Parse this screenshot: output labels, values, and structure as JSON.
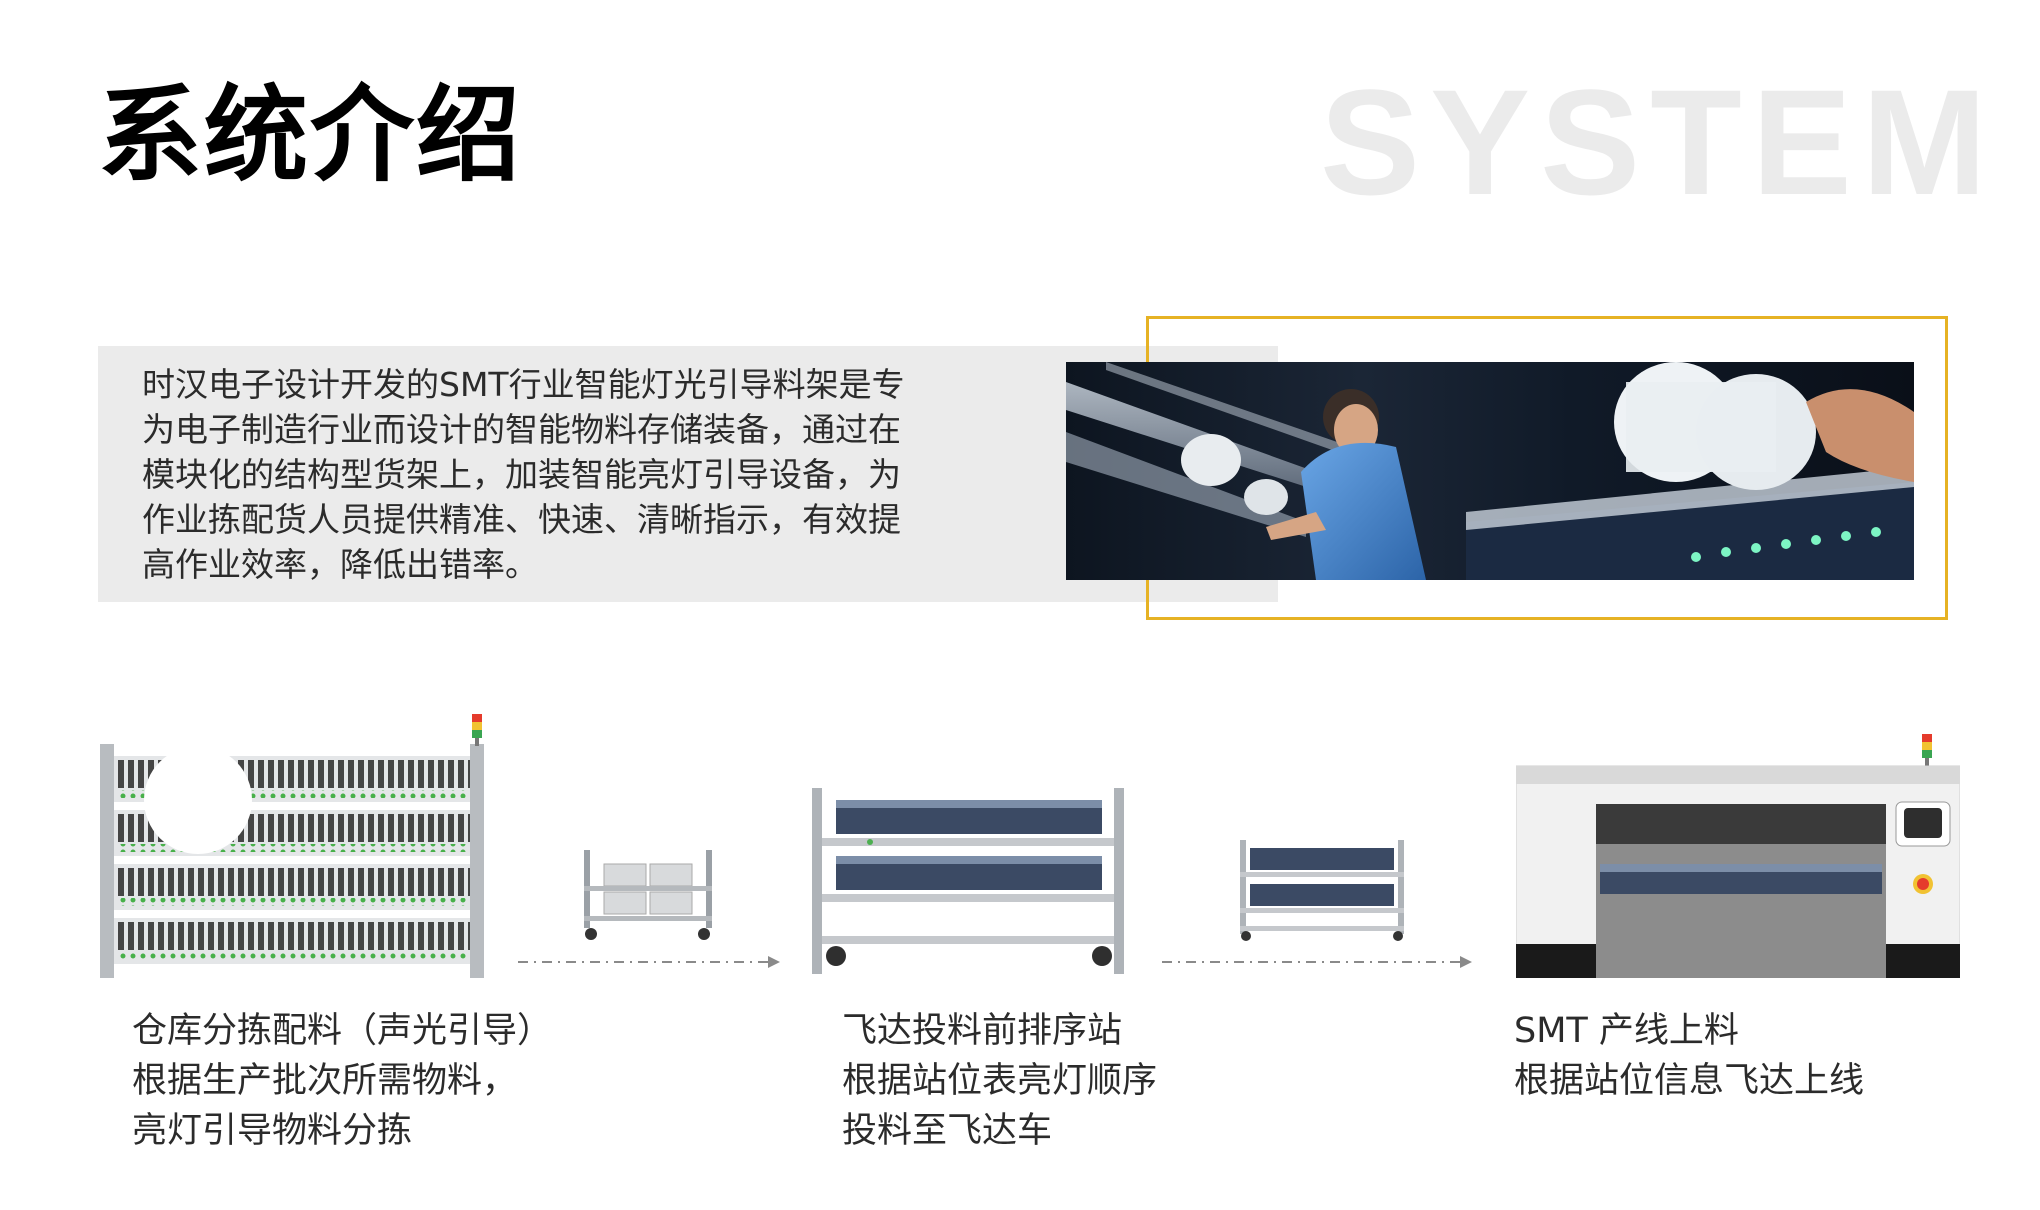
{
  "header": {
    "title": "系统介绍",
    "watermark": "SYSTEM"
  },
  "intro": {
    "lines": [
      "时汉电子设计开发的SMT行业智能灯光引导料架是专",
      "为电子制造行业而设计的智能物料存储装备，通过在",
      "模块化的结构型货架上，加装智能亮灯引导设备，为",
      "作业拣配货人员提供精准、快速、清晰指示，有效提",
      "高作业效率，降低出错率。"
    ]
  },
  "steps": [
    {
      "lines": [
        "仓库分拣配料（声光引导）",
        "根据生产批次所需物料，",
        "亮灯引导物料分拣"
      ]
    },
    {
      "lines": [
        "飞达投料前排序站",
        "根据站位表亮灯顺序",
        "投料至飞达车"
      ]
    },
    {
      "lines": [
        "SMT 产线上料",
        "根据站位信息飞达上线"
      ]
    }
  ],
  "colors": {
    "accent": "#e6b224",
    "panel": "#ebebeb",
    "watermark": "#ebebeb"
  }
}
